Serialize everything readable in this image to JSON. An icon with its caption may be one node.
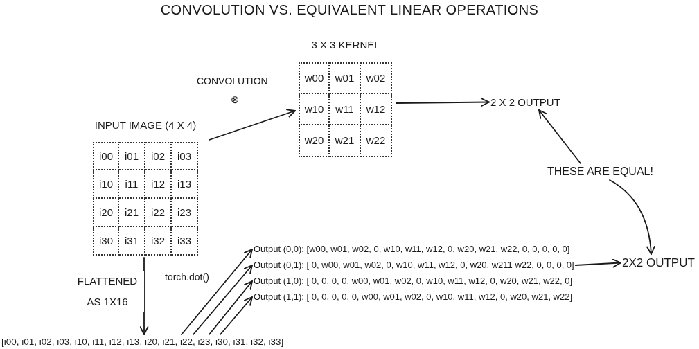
{
  "diagram": {
    "title": "CONVOLUTION VS. EQUIVALENT LINEAR OPERATIONS",
    "nodes": [
      {
        "text": [
          "INPUT IMAGE (4 X 4)"
        ]
      },
      {
        "text": [
          "i00"
        ],
        "in": 0
      },
      {
        "text": [
          "i01"
        ],
        "in": 0
      },
      {
        "text": [
          "i02"
        ],
        "in": 0
      },
      {
        "text": [
          "i03"
        ],
        "in": 0
      },
      {
        "text": [
          "i10"
        ],
        "in": 0
      },
      {
        "text": [
          "i11"
        ],
        "in": 0
      },
      {
        "text": [
          "i12"
        ],
        "in": 0
      },
      {
        "text": [
          "i13"
        ],
        "in": 0
      },
      {
        "text": [
          "i20"
        ],
        "in": 0
      },
      {
        "text": [
          "i21"
        ],
        "in": 0
      },
      {
        "text": [
          "i22"
        ],
        "in": 0
      },
      {
        "text": [
          "i23"
        ],
        "in": 0
      },
      {
        "text": [
          "i30"
        ],
        "in": 0
      },
      {
        "text": [
          "i31"
        ],
        "in": 0
      },
      {
        "text": [
          "i32"
        ],
        "in": 0
      },
      {
        "text": [
          "i33"
        ],
        "in": 0
      },
      {
        "text": [
          "3 X 3 KERNEL"
        ]
      },
      {
        "text": [
          "w00"
        ],
        "in": 17
      },
      {
        "text": [
          "w01"
        ],
        "in": 17
      },
      {
        "text": [
          "w02"
        ],
        "in": 17
      },
      {
        "text": [
          "w10"
        ],
        "in": 17
      },
      {
        "text": [
          "w11"
        ],
        "in": 17
      },
      {
        "text": [
          "w12"
        ],
        "in": 17
      },
      {
        "text": [
          "w20"
        ],
        "in": 17
      },
      {
        "text": [
          "w21"
        ],
        "in": 17
      },
      {
        "text": [
          "w22"
        ],
        "in": 17
      },
      {
        "text": [
          "2 X 2 OUTPUT"
        ]
      },
      {
        "text": [
          "THESE ARE EQUAL!"
        ]
      },
      {
        "text": [
          "[i00, i01, i02, i03, i10, i11, i12, i13, i20, i21, i22, i23, i30, i31, i32, i33]"
        ]
      },
      {
        "text": [
          "Output (0,0): [w00, w01, w02, 0, w10, w11, w12, 0, w20, w21, w22, 0, 0, 0, 0, 0]"
        ]
      },
      {
        "text": [
          "Output (0,1): [ 0, w00, w01, w02, 0, w10, w11, w12, 0, w20, w211 w22, 0, 0, 0, 0]"
        ]
      },
      {
        "text": [
          "Output (1,0): [ 0, 0, 0, 0, w00, w01, w02, 0, w10, w11, w12, 0, w20, w21, w22, 0]"
        ]
      },
      {
        "text": [
          "Output (1,1): [ 0, 0, 0, 0, 0, w00, w01, w02, 0, w10, w11, w12, 0, w20, w21, w22]"
        ]
      },
      {
        "text": [
          "2X2 OUTPUT"
        ]
      }
    ],
    "edges": [
      {
        "from": 0,
        "to": 17,
        "arrow": "to",
        "label": "CONVOLUTION"
      },
      {
        "from": 17,
        "to": 27,
        "arrow": "to"
      },
      {
        "from": 28,
        "to": 27,
        "arrow": "to"
      },
      {
        "from": 28,
        "to": 34,
        "arrow": "to"
      },
      {
        "from": 0,
        "to": 29,
        "arrow": "to",
        "label": "FLATTENED AS 1X16"
      },
      {
        "from": 29,
        "to": 30,
        "arrow": "to",
        "label": "torch.dot()"
      },
      {
        "from": 29,
        "to": 31,
        "arrow": "to"
      },
      {
        "from": 29,
        "to": 32,
        "arrow": "to"
      },
      {
        "from": 29,
        "to": 33,
        "arrow": "to"
      },
      {
        "from": 31,
        "to": 34,
        "arrow": "to"
      }
    ],
    "labels": [
      "⊗"
    ]
  }
}
